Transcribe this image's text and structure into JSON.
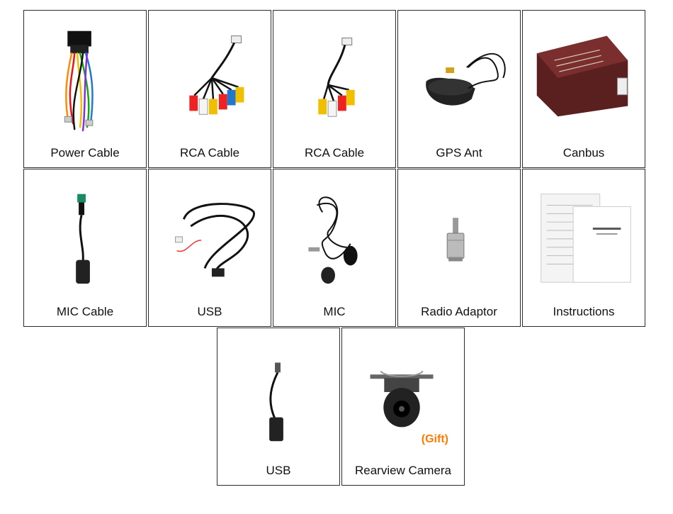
{
  "items": [
    {
      "label": "Power Cable",
      "icon": "power-cable-icon"
    },
    {
      "label": "RCA Cable",
      "icon": "rca-cable-icon"
    },
    {
      "label": "RCA Cable",
      "icon": "rca-cable-icon"
    },
    {
      "label": "GPS Ant",
      "icon": "gps-antenna-icon"
    },
    {
      "label": "Canbus",
      "icon": "canbus-box-icon"
    },
    {
      "label": "MIC Cable",
      "icon": "mic-cable-icon"
    },
    {
      "label": "USB",
      "icon": "usb-cable-icon"
    },
    {
      "label": "MIC",
      "icon": "microphone-icon"
    },
    {
      "label": "Radio Adaptor",
      "icon": "radio-adaptor-icon"
    },
    {
      "label": "Instructions",
      "icon": "manual-icon"
    },
    {
      "label": "USB",
      "icon": "usb-otg-cable-icon"
    },
    {
      "label": "Rearview Camera",
      "icon": "rearview-camera-icon"
    }
  ],
  "gift_label": "(Gift)",
  "colors": {
    "border": "#2b2b2b",
    "gift": "#ff7a00"
  }
}
